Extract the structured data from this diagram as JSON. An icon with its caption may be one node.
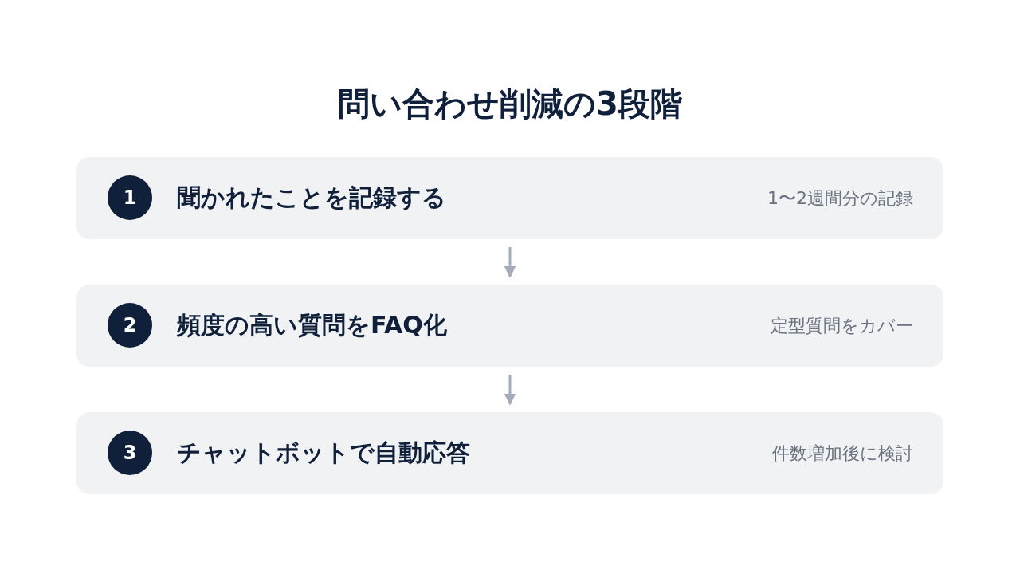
{
  "diagram": {
    "title": "問い合わせ削減の3段階",
    "nodes": [
      {
        "text": [
          "聞かれたことを記録する",
          "1〜2週間分の記録"
        ]
      },
      {
        "text": [
          "1"
        ],
        "in": 0
      },
      {
        "text": [
          "頻度の高い質問をFAQ化",
          "定型質問をカバー"
        ]
      },
      {
        "text": [
          "2"
        ],
        "in": 2
      },
      {
        "text": [
          "チャットボットで自動応答",
          "件数増加後に検討"
        ]
      },
      {
        "text": [
          "3"
        ],
        "in": 4
      }
    ],
    "edges": [
      {
        "from": 0,
        "to": 2,
        "arrow": "to"
      },
      {
        "from": 2,
        "to": 4,
        "arrow": "to"
      }
    ]
  }
}
